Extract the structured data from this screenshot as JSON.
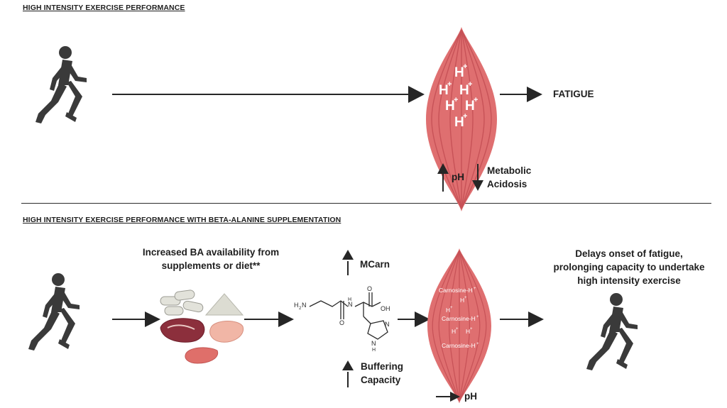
{
  "top": {
    "title": "HIGH INTENSITY EXERCISE PERFORMANCE",
    "outcome": "FATIGUE",
    "ph_label": "pH",
    "metabolic_label_line1": "Metabolic",
    "metabolic_label_line2": "Acidosis",
    "ion_label": "H"
  },
  "bottom": {
    "title": "HIGH INTENSITY EXERCISE PERFORMANCE WITH BETA-ALANINE SUPPLEMENTATION",
    "ba_line1": "Increased BA availability from",
    "ba_line2": "supplements or diet**",
    "mcarn_label": "MCarn",
    "buffering_line1": "Buffering",
    "buffering_line2": "Capacity",
    "ph_label": "pH",
    "carnosine_label": "Carnosine-H",
    "ion_label": "H",
    "outcome_line1": "Delays onset of fatigue,",
    "outcome_line2": "prolonging capacity to undertake",
    "outcome_line3": "high intensity exercise",
    "molecule": {
      "amine": "H",
      "amine_sub": "2",
      "amine_n": "N",
      "nh": "N",
      "nh_h": "H",
      "oh": "OH",
      "o1": "O",
      "o2": "O",
      "ring_n": "N",
      "ring_nh": "N",
      "ring_h": "H"
    }
  },
  "colors": {
    "muscle": "#df6f70",
    "muscle_lines": "#c24c52",
    "runner": "#3a3a3a",
    "arrow": "#262626"
  }
}
